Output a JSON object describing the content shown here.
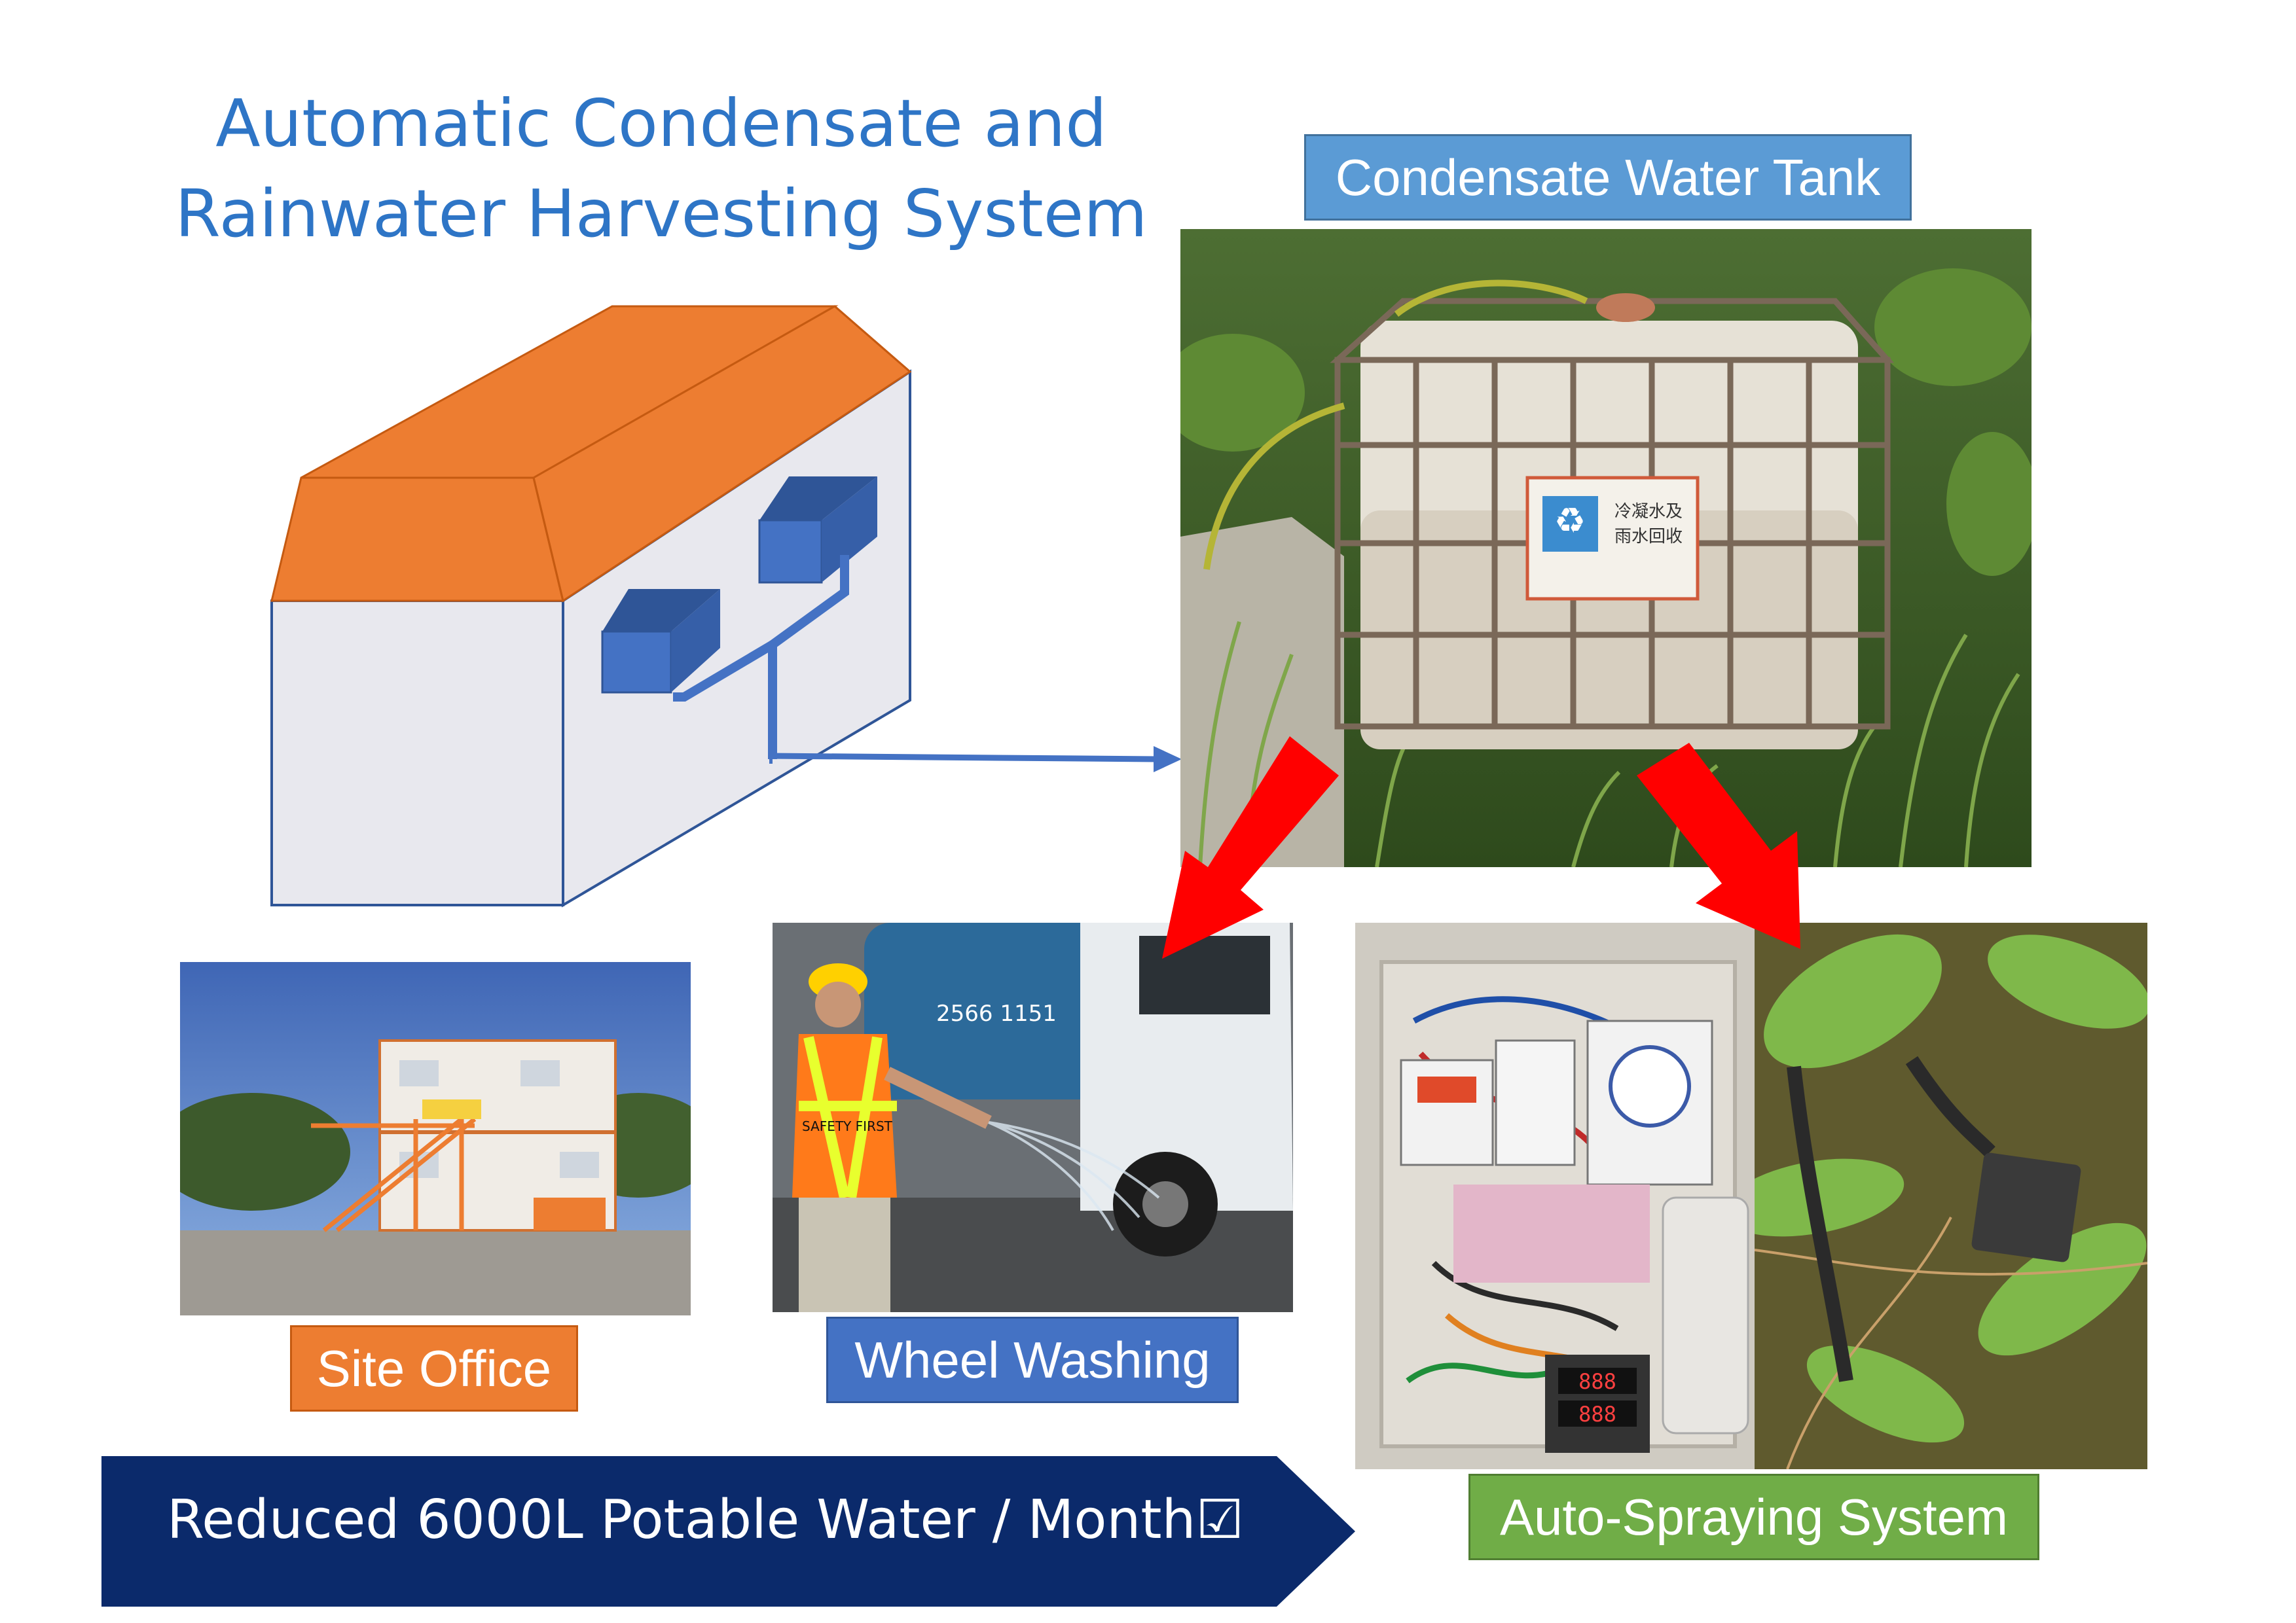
{
  "title": {
    "line1": "Automatic Condensate and",
    "line2": "Rainwater Harvesting System"
  },
  "labels": {
    "tank": "Condensate Water Tank",
    "site_office": "Site Office",
    "wheel_washing": "Wheel Washing",
    "auto_spraying": "Auto-Spraying System"
  },
  "tank_sign": {
    "line1": "冷凝水及",
    "line2": "雨水回收"
  },
  "vest_text": "SAFETY FIRST",
  "truck_text": "2566 1151",
  "controller_display": {
    "top": "888",
    "bottom": "888"
  },
  "banner": {
    "text": "Reduced 6000L Potable Water / Month",
    "check": "☑"
  },
  "colors": {
    "title": "#2E75C6",
    "roof": "#ED7D31",
    "wall": "#E8E8EE",
    "tank_label_bg": "#5B9BD5",
    "site_office_bg": "#ED7D31",
    "wheel_washing_bg": "#4472C4",
    "auto_spraying_bg": "#70AD47",
    "banner_bg": "#0B2A6B",
    "arrow_red": "#FF0000",
    "pipe_blue": "#4472C4"
  }
}
